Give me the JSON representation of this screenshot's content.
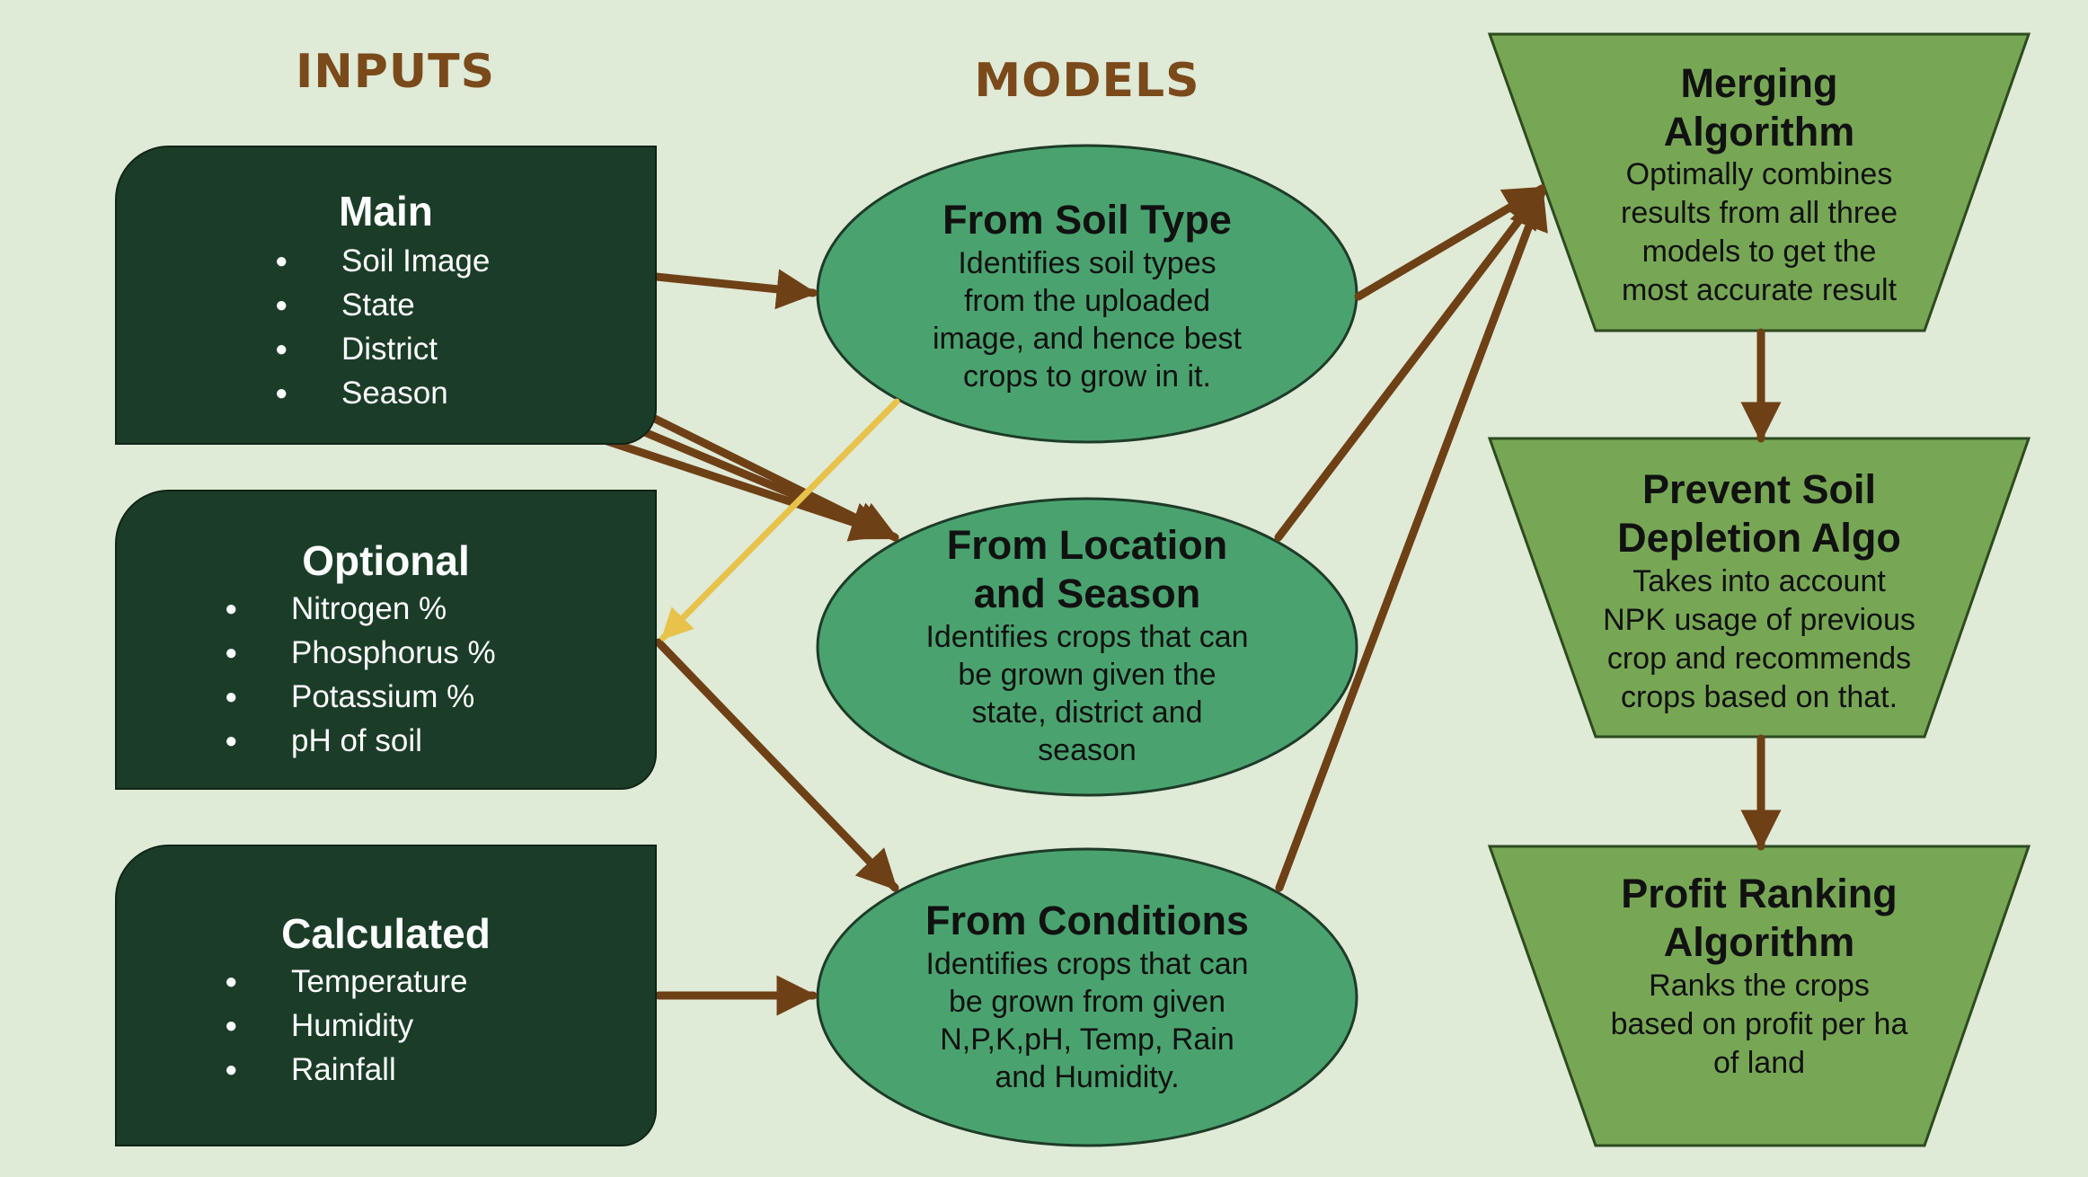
{
  "headers": {
    "inputs": "INPUTS",
    "models": "MODELS"
  },
  "inputs": {
    "main": {
      "title": "Main",
      "items": [
        "Soil Image",
        "State",
        "District",
        "Season"
      ]
    },
    "optional": {
      "title": "Optional",
      "items": [
        "Nitrogen %",
        "Phosphorus %",
        "Potassium %",
        "pH of soil"
      ]
    },
    "calculated": {
      "title": "Calculated",
      "items": [
        "Temperature",
        "Humidity",
        "Rainfall"
      ]
    }
  },
  "models": {
    "soil": {
      "title": "From Soil Type",
      "desc_lines": [
        "Identifies soil types",
        "from the uploaded",
        "image, and hence best",
        "crops to grow in it."
      ]
    },
    "location": {
      "title_lines": [
        "From Location",
        "and Season"
      ],
      "desc_lines": [
        "Identifies crops that can",
        "be grown given the",
        "state, district and",
        "season"
      ]
    },
    "conditions": {
      "title": "From Conditions",
      "desc_lines": [
        "Identifies crops that can",
        "be grown from given",
        "N,P,K,pH, Temp, Rain",
        "and Humidity."
      ]
    }
  },
  "algorithms": {
    "merging": {
      "title_lines": [
        "Merging",
        "Algorithm"
      ],
      "desc_lines": [
        "Optimally combines",
        "results from all three",
        "models to get the",
        "most accurate result"
      ]
    },
    "depletion": {
      "title_lines": [
        "Prevent Soil",
        "Depletion Algo"
      ],
      "desc_lines": [
        "Takes into account",
        "NPK usage of previous",
        "crop and recommends",
        "crops based on that."
      ]
    },
    "profit": {
      "title_lines": [
        "Profit Ranking",
        "Algorithm"
      ],
      "desc_lines": [
        "Ranks the crops",
        "based on profit per ha",
        "of land"
      ]
    }
  },
  "colors": {
    "background": "#dfead7",
    "input_box": "#1b3d28",
    "model_ellipse": "#4aa36f",
    "algorithm_trapezoid": "#77a755",
    "arrow_brown": "#6e4016",
    "arrow_yellow": "#e8c24a",
    "header_brown": "#7a4a1a"
  }
}
